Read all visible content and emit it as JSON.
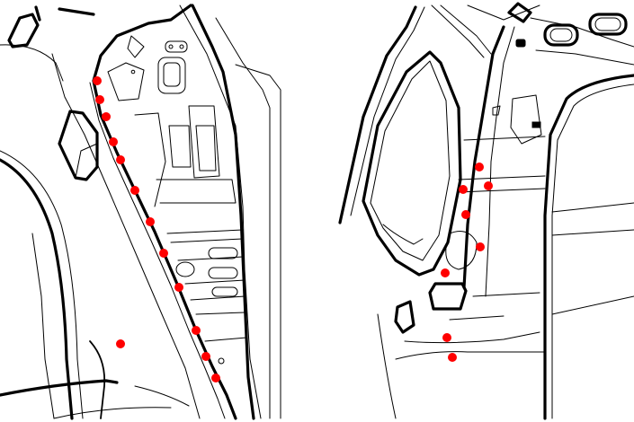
{
  "figure": {
    "panels": [
      {
        "id": "left-panel",
        "weld_points": [
          [
            108,
            90
          ],
          [
            111,
            111
          ],
          [
            118,
            130
          ],
          [
            126,
            158
          ],
          [
            134,
            178
          ],
          [
            150,
            212
          ],
          [
            167,
            247
          ],
          [
            182,
            282
          ],
          [
            199,
            320
          ],
          [
            218,
            368
          ],
          [
            229,
            397
          ],
          [
            240,
            421
          ],
          [
            134,
            383
          ]
        ]
      },
      {
        "id": "right-panel",
        "weld_points": [
          [
            533,
            186
          ],
          [
            515,
            211
          ],
          [
            543,
            207
          ],
          [
            518,
            239
          ],
          [
            534,
            275
          ],
          [
            495,
            304
          ],
          [
            497,
            376
          ],
          [
            503,
            398
          ]
        ]
      }
    ],
    "marker_color": "#ff0000",
    "line_color": "#000000"
  }
}
